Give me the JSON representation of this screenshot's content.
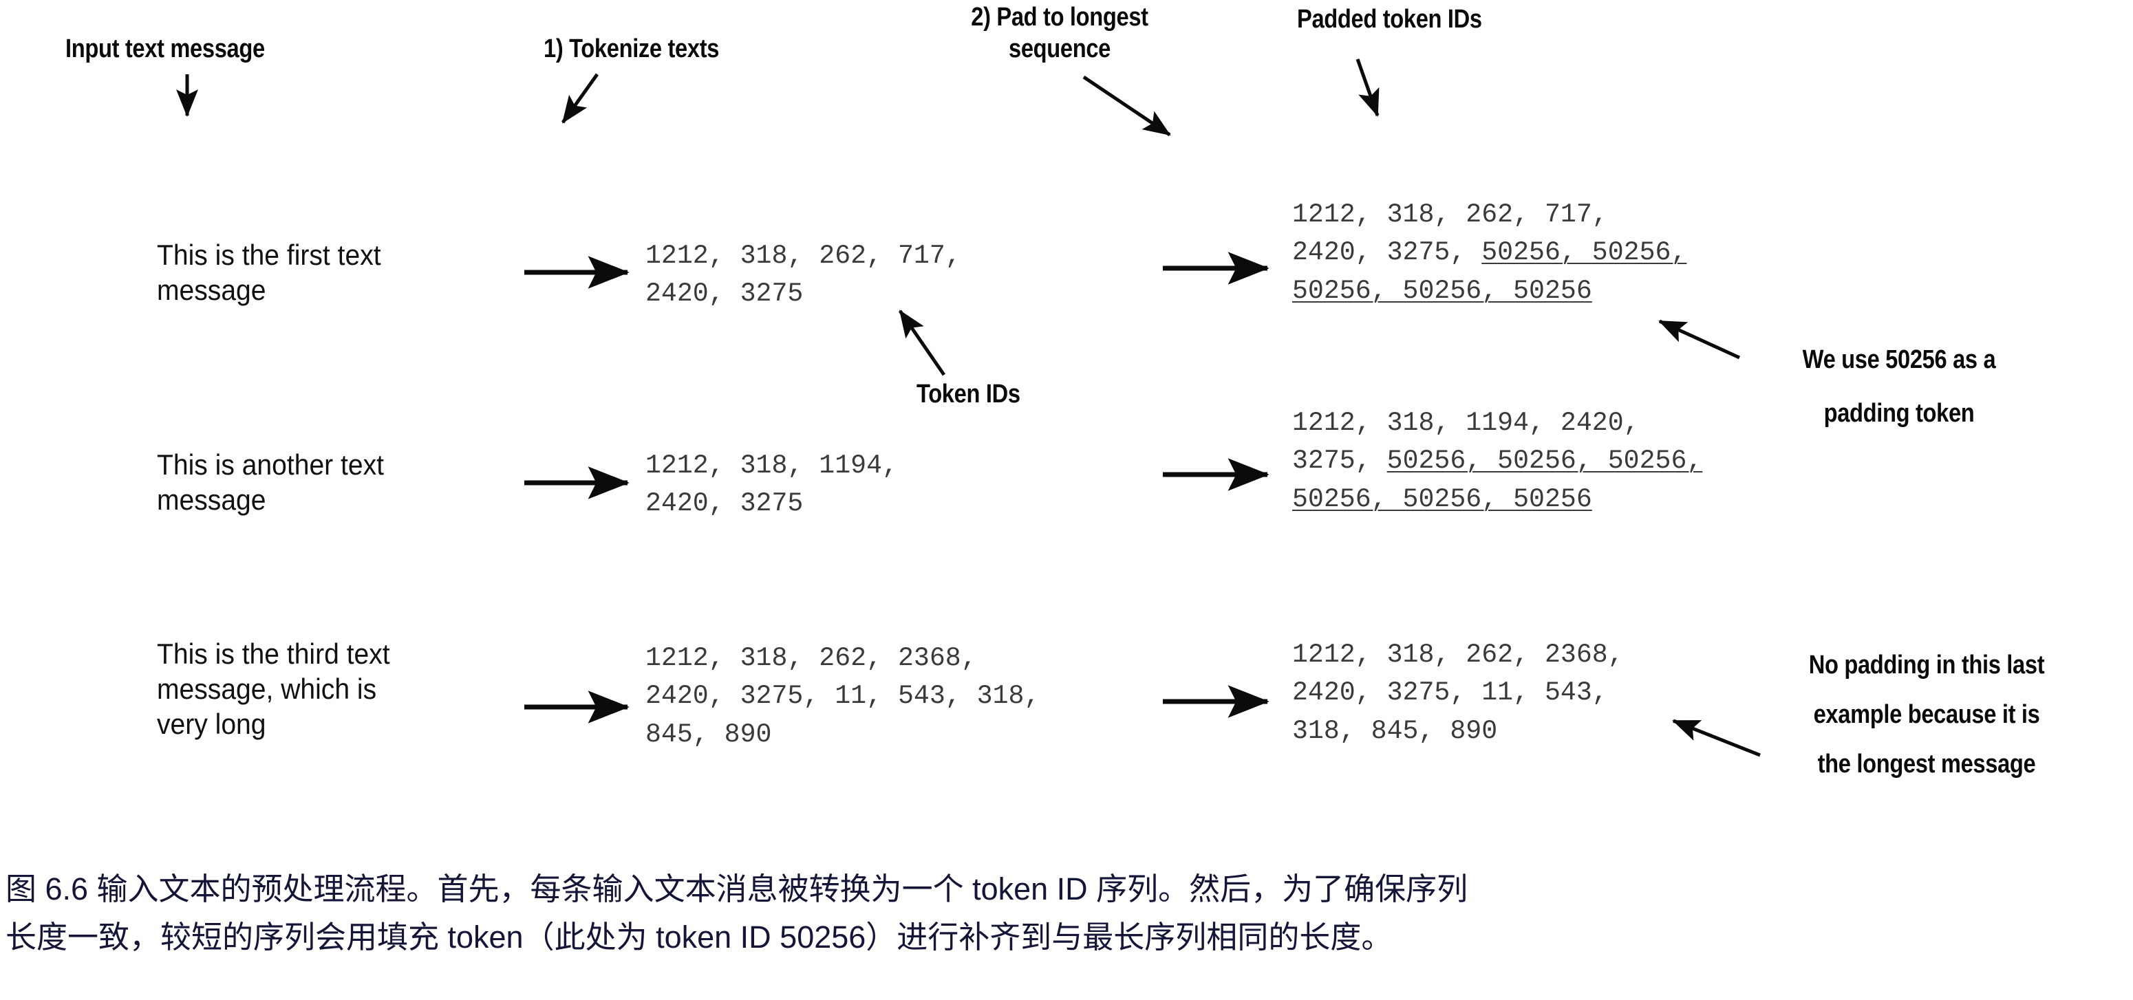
{
  "figure": {
    "headers": [
      {
        "id": "input-text-message",
        "text": "Input text message"
      },
      {
        "id": "tokenize-texts",
        "text": "1) Tokenize texts"
      },
      {
        "id": "pad-to-longest-sequence",
        "line1": "2) Pad to longest",
        "line2": "sequence"
      },
      {
        "id": "padded-token-ids",
        "text": "Padded token IDs"
      }
    ],
    "inline_labels": [
      {
        "id": "token-ids",
        "text": "Token IDs"
      },
      {
        "id": "padding-token-note",
        "line1": "We use 50256 as a",
        "line2": "padding token"
      },
      {
        "id": "no-padding-note",
        "line1": "No padding in this last",
        "line2": "example because it is",
        "line3": "the longest message"
      }
    ],
    "rows": [
      {
        "message": "This is the first text\nmessage",
        "token_ids_lines": [
          [
            {
              "t": "1212, 318, 262, 717,",
              "pad": false
            }
          ],
          [
            {
              "t": "2420, 3275",
              "pad": false
            }
          ]
        ],
        "padded_lines": [
          [
            {
              "t": "1212, 318, 262, 717,",
              "pad": false
            }
          ],
          [
            {
              "t": "2420, 3275, ",
              "pad": false
            },
            {
              "t": "50256, 50256,",
              "pad": true
            }
          ],
          [
            {
              "t": "50256, 50256, 50256",
              "pad": true
            }
          ]
        ]
      },
      {
        "message": "This is another text\nmessage",
        "token_ids_lines": [
          [
            {
              "t": "1212, 318, 1194,",
              "pad": false
            }
          ],
          [
            {
              "t": "2420, 3275",
              "pad": false
            }
          ]
        ],
        "padded_lines": [
          [
            {
              "t": "1212, 318, 1194, 2420,",
              "pad": false
            }
          ],
          [
            {
              "t": "3275, ",
              "pad": false
            },
            {
              "t": "50256, 50256, 50256,",
              "pad": true
            }
          ],
          [
            {
              "t": "50256, 50256, 50256",
              "pad": true
            }
          ]
        ]
      },
      {
        "message": "This is the third text\nmessage, which is\nvery long",
        "token_ids_lines": [
          [
            {
              "t": "1212, 318, 262, 2368,",
              "pad": false
            }
          ],
          [
            {
              "t": "2420, 3275, 11, 543, 318,",
              "pad": false
            }
          ],
          [
            {
              "t": "845, 890",
              "pad": false
            }
          ]
        ],
        "padded_lines": [
          [
            {
              "t": "1212, 318, 262, 2368,",
              "pad": false
            }
          ],
          [
            {
              "t": "2420, 3275, 11, 543,",
              "pad": false
            }
          ],
          [
            {
              "t": "318, 845, 890",
              "pad": false
            }
          ]
        ]
      }
    ],
    "colors": {
      "ink": "#0b0b0b",
      "mono": "#3a3a3a",
      "caption": "#151538",
      "background": "#ffffff"
    }
  },
  "caption": {
    "line1": "图 6.6 输入文本的预处理流程。首先，每条输入文本消息被转换为一个 token ID 序列。然后，为了确保序列",
    "line2": "长度一致，较短的序列会用填充 token（此处为 token ID 50256）进行补齐到与最长序列相同的长度。"
  }
}
